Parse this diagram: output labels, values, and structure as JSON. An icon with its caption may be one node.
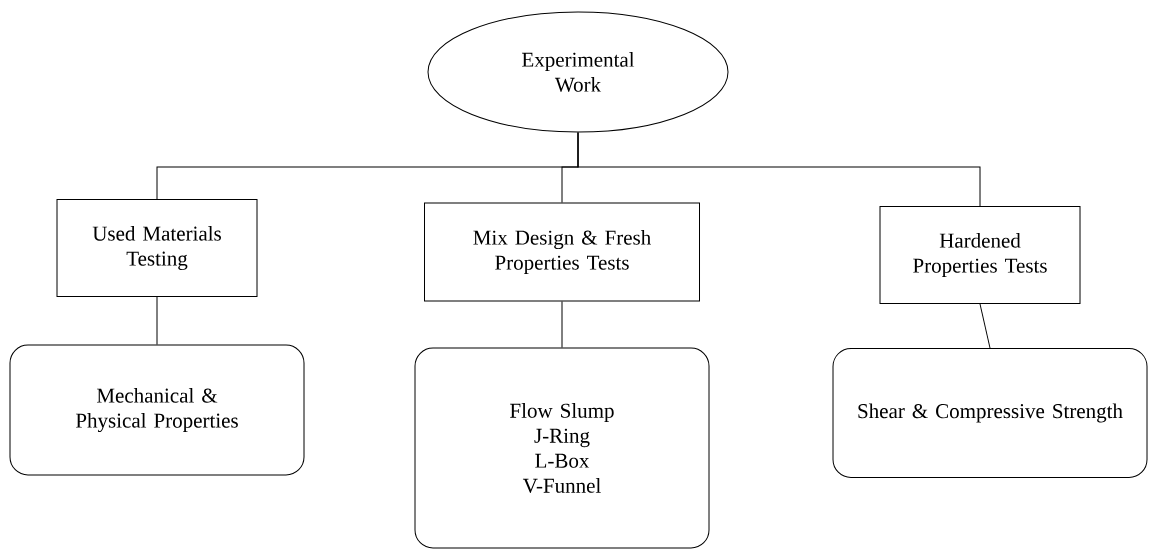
{
  "diagram": {
    "nodes": [
      {
        "text": [
          "Experimental Work"
        ]
      },
      {
        "text": [
          "Used Materials Testing"
        ]
      },
      {
        "text": [
          "Mix Design & Fresh Properties Tests"
        ]
      },
      {
        "text": [
          "Hardened Properties Tests"
        ]
      },
      {
        "text": [
          "Mechanical & Physical Properties"
        ]
      },
      {
        "text": [
          "Flow Slump",
          "J-Ring",
          "L-Box",
          "V-Funnel"
        ]
      },
      {
        "text": [
          "Shear & Compressive Strength"
        ]
      }
    ],
    "edges": [
      {
        "from": 0,
        "to": 1,
        "arrow": "none"
      },
      {
        "from": 0,
        "to": 2,
        "arrow": "none"
      },
      {
        "from": 0,
        "to": 3,
        "arrow": "none"
      },
      {
        "from": 1,
        "to": 4,
        "arrow": "none"
      },
      {
        "from": 2,
        "to": 5,
        "arrow": "none"
      },
      {
        "from": 3,
        "to": 6,
        "arrow": "none"
      }
    ]
  }
}
